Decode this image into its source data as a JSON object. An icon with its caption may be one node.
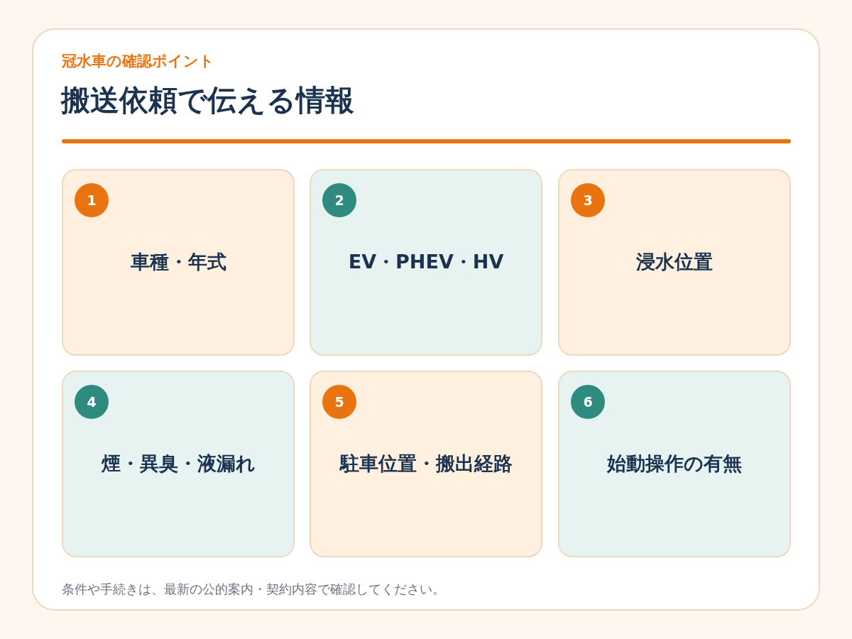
{
  "diagram": {
    "title": "搬送依頼で伝える情報",
    "nodes": [
      {
        "text": [
          "車種・年式"
        ]
      },
      {
        "text": [
          "1"
        ],
        "in": 0
      },
      {
        "text": [
          "EV・PHEV・HV"
        ]
      },
      {
        "text": [
          "2"
        ],
        "in": 2
      },
      {
        "text": [
          "浸水位置"
        ]
      },
      {
        "text": [
          "3"
        ],
        "in": 4
      },
      {
        "text": [
          "煙・異臭・液漏れ"
        ]
      },
      {
        "text": [
          "4"
        ],
        "in": 6
      },
      {
        "text": [
          "駐車位置・搬出経路"
        ]
      },
      {
        "text": [
          "5"
        ],
        "in": 8
      },
      {
        "text": [
          "始動操作の有無"
        ]
      },
      {
        "text": [
          "6"
        ],
        "in": 10
      }
    ],
    "labels": [
      "冠水車の確認ポイント",
      "条件や手続きは、最新の公的案内・契約内容で確認してください。"
    ]
  }
}
